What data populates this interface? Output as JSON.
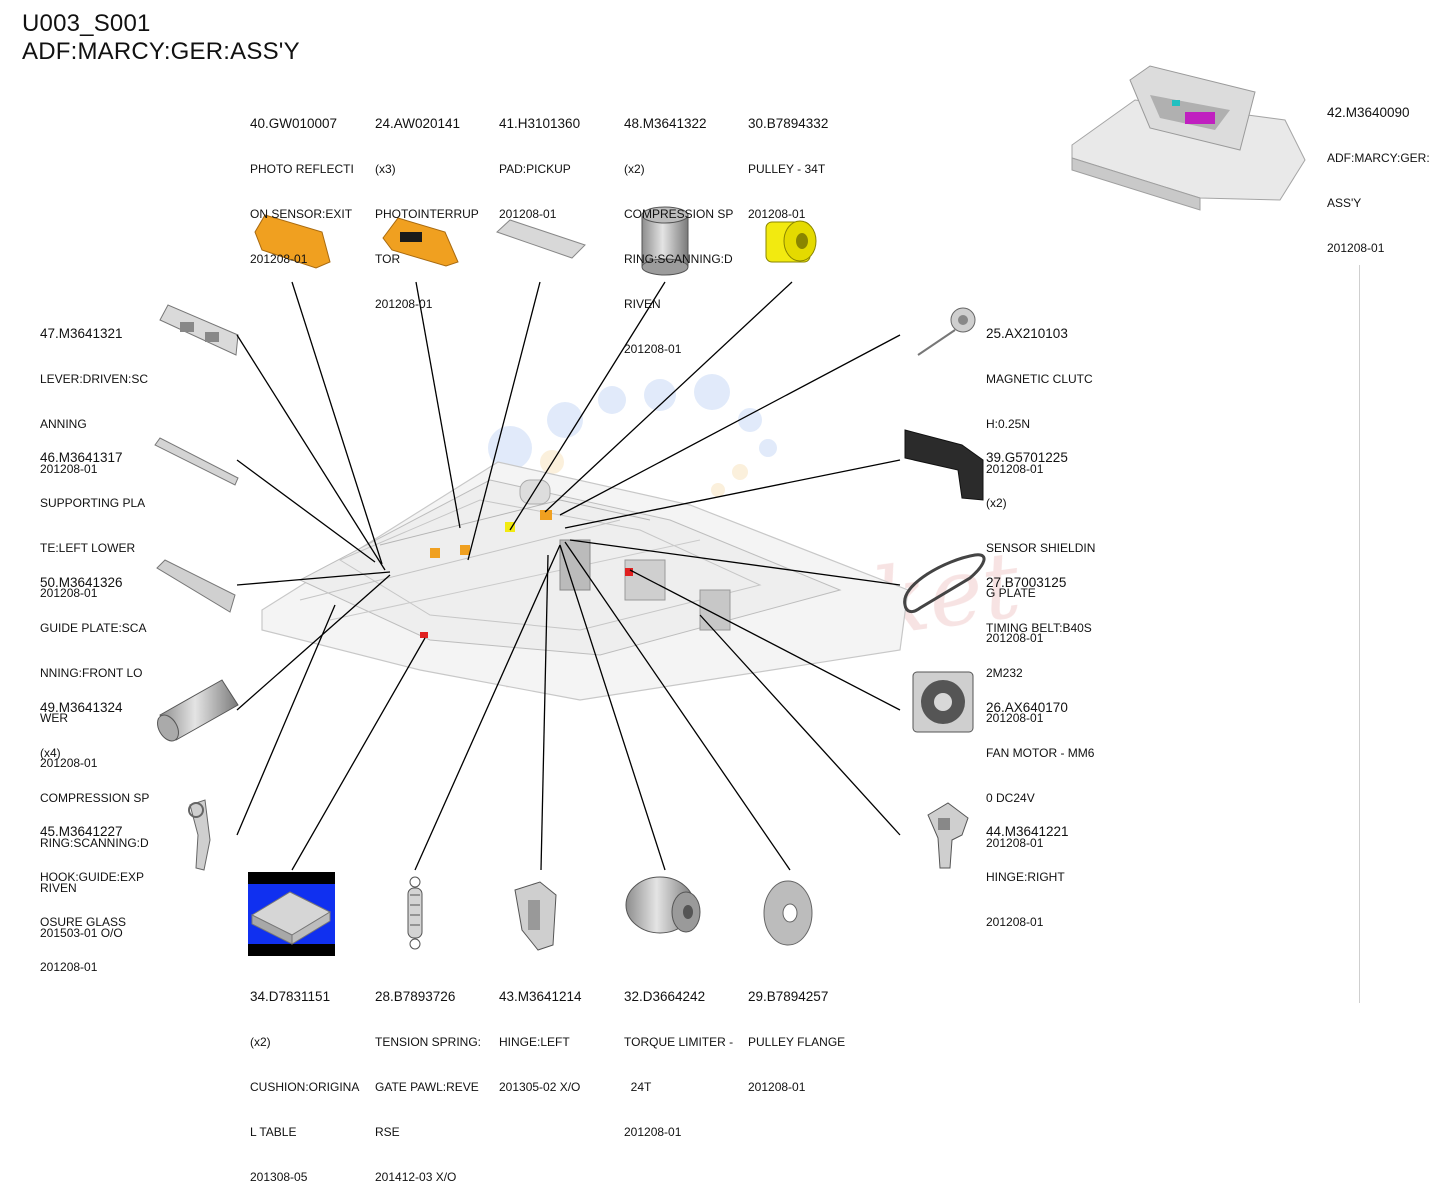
{
  "header": {
    "page_code": "U003_S001",
    "page_title": "ADF:MARCY:GER:ASS'Y"
  },
  "parts": [
    {
      "id": "p40",
      "num": "40.GW010007",
      "lines": [
        "PHOTO REFLECTI",
        "ON SENSOR:EXIT",
        "201208-01"
      ]
    },
    {
      "id": "p24",
      "num": "24.AW020141",
      "lines": [
        "(x3)",
        "PHOTOINTERRUP",
        "TOR",
        "201208-01"
      ]
    },
    {
      "id": "p41",
      "num": "41.H3101360",
      "lines": [
        "PAD:PICKUP",
        "201208-01"
      ]
    },
    {
      "id": "p48",
      "num": "48.M3641322",
      "lines": [
        "(x2)",
        "COMPRESSION SP",
        "RING:SCANNING:D",
        "RIVEN",
        "201208-01"
      ]
    },
    {
      "id": "p30",
      "num": "30.B7894332",
      "lines": [
        "PULLEY - 34T",
        "201208-01"
      ]
    },
    {
      "id": "p42",
      "num": "42.M3640090",
      "lines": [
        "ADF:MARCY:GER:",
        "ASS'Y",
        "201208-01"
      ]
    },
    {
      "id": "p47",
      "num": "47.M3641321",
      "lines": [
        "LEVER:DRIVEN:SC",
        "ANNING",
        "201208-01"
      ]
    },
    {
      "id": "p46",
      "num": "46.M3641317",
      "lines": [
        "SUPPORTING PLA",
        "TE:LEFT LOWER",
        "201208-01"
      ]
    },
    {
      "id": "p50",
      "num": "50.M3641326",
      "lines": [
        "GUIDE PLATE:SCA",
        "NNING:FRONT LO",
        "WER",
        "201208-01"
      ]
    },
    {
      "id": "p49",
      "num": "49.M3641324",
      "lines": [
        "(x4)",
        "COMPRESSION SP",
        "RING:SCANNING:D",
        "RIVEN",
        "201503-01 O/O"
      ]
    },
    {
      "id": "p45",
      "num": "45.M3641227",
      "lines": [
        "HOOK:GUIDE:EXP",
        "OSURE GLASS",
        "201208-01"
      ]
    },
    {
      "id": "p25",
      "num": "25.AX210103",
      "lines": [
        "MAGNETIC CLUTC",
        "H:0.25N",
        "201208-01"
      ]
    },
    {
      "id": "p39",
      "num": "39.G5701225",
      "lines": [
        "(x2)",
        "SENSOR SHIELDIN",
        "G PLATE",
        "201208-01"
      ]
    },
    {
      "id": "p27",
      "num": "27.B7003125",
      "lines": [
        "TIMING BELT:B40S",
        "2M232",
        "201208-01"
      ]
    },
    {
      "id": "p26",
      "num": "26.AX640170",
      "lines": [
        "FAN MOTOR - MM6",
        "0 DC24V",
        "201208-01"
      ]
    },
    {
      "id": "p44",
      "num": "44.M3641221",
      "lines": [
        "HINGE:RIGHT",
        "201208-01"
      ]
    },
    {
      "id": "p34",
      "num": "34.D7831151",
      "lines": [
        "(x2)",
        "CUSHION:ORIGINA",
        "L TABLE",
        "201308-05"
      ]
    },
    {
      "id": "p28",
      "num": "28.B7893726",
      "lines": [
        "TENSION SPRING:",
        "GATE PAWL:REVE",
        "RSE",
        "201412-03 X/O"
      ]
    },
    {
      "id": "p43",
      "num": "43.M3641214",
      "lines": [
        "HINGE:LEFT",
        "201305-02 X/O"
      ]
    },
    {
      "id": "p32",
      "num": "32.D3664242",
      "lines": [
        "TORQUE LIMITER -",
        "  24T",
        "201208-01"
      ]
    },
    {
      "id": "p29",
      "num": "29.B7894257",
      "lines": [
        "PULLEY FLANGE",
        "201208-01"
      ]
    }
  ],
  "colors": {
    "accent_orange": "#f0a020",
    "accent_yellow": "#f2ea10",
    "accent_blue": "#1030f0",
    "leader_line": "#000000"
  }
}
